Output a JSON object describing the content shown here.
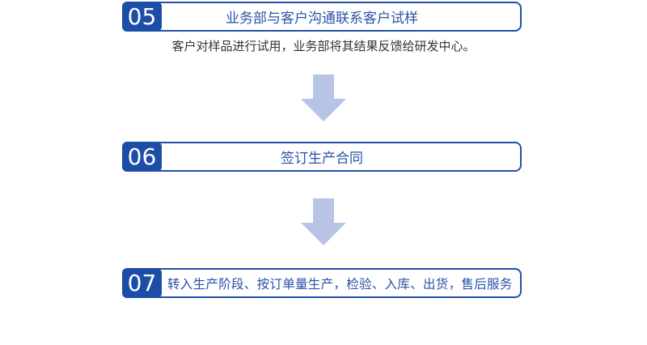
{
  "colors": {
    "badge_blue": "#1c4ea8",
    "border_blue": "#2251a9",
    "title_blue": "#2a52a8",
    "arrow_light_blue": "#b7c4e6",
    "description_text": "#333333",
    "background": "#ffffff"
  },
  "flow": {
    "steps": [
      {
        "number": "05",
        "title": "业务部与客户沟通联系客户试样",
        "description": "客户对样品进行试用，业务部将其结果反馈给研发中心。"
      },
      {
        "number": "06",
        "title": "签订生产合同",
        "description": ""
      },
      {
        "number": "07",
        "title": "转入生产阶段、按订单量生产，检验、入库、出货，售后服务",
        "description": ""
      }
    ],
    "connectors": [
      {
        "icon": "down-arrow"
      },
      {
        "icon": "down-arrow"
      }
    ]
  }
}
